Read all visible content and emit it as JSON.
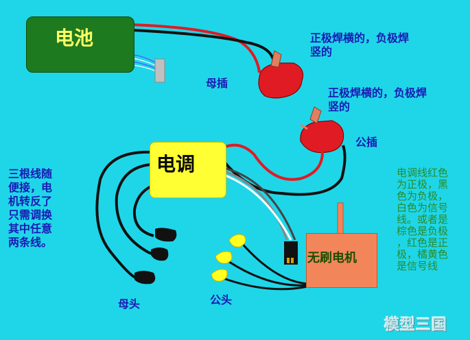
{
  "battery": {
    "label": "电池"
  },
  "esc": {
    "label": "电调"
  },
  "motor": {
    "label": "无刷电机"
  },
  "labels": {
    "solder_note_1": "正极焊横的，负极焊\n竖的",
    "solder_note_2": "正极焊横的，负极焊\n竖的",
    "female_plug": "母插",
    "male_plug": "公插",
    "three_wires_note": "三根线随\n便接，电\n机转反了\n只需调换\n其中任意\n两条线。",
    "signal_wire_note": "电调线红色\n为正极，黑\n色为负极，\n白色为信号\n线。或者是\n棕色是负极\n，红色是正\n极，橘黄色\n是信号线",
    "female_head": "母头",
    "male_head": "公头"
  },
  "watermark": "模型三国",
  "colors": {
    "background": "#1fd6e8",
    "battery": "#1e7a1e",
    "esc": "#ffff33",
    "motor": "#f2865a",
    "plug": "#e01b24",
    "connector_male": "#ffff22",
    "note_blue": "#1a1ab4",
    "note_green": "#2a8a2a"
  }
}
